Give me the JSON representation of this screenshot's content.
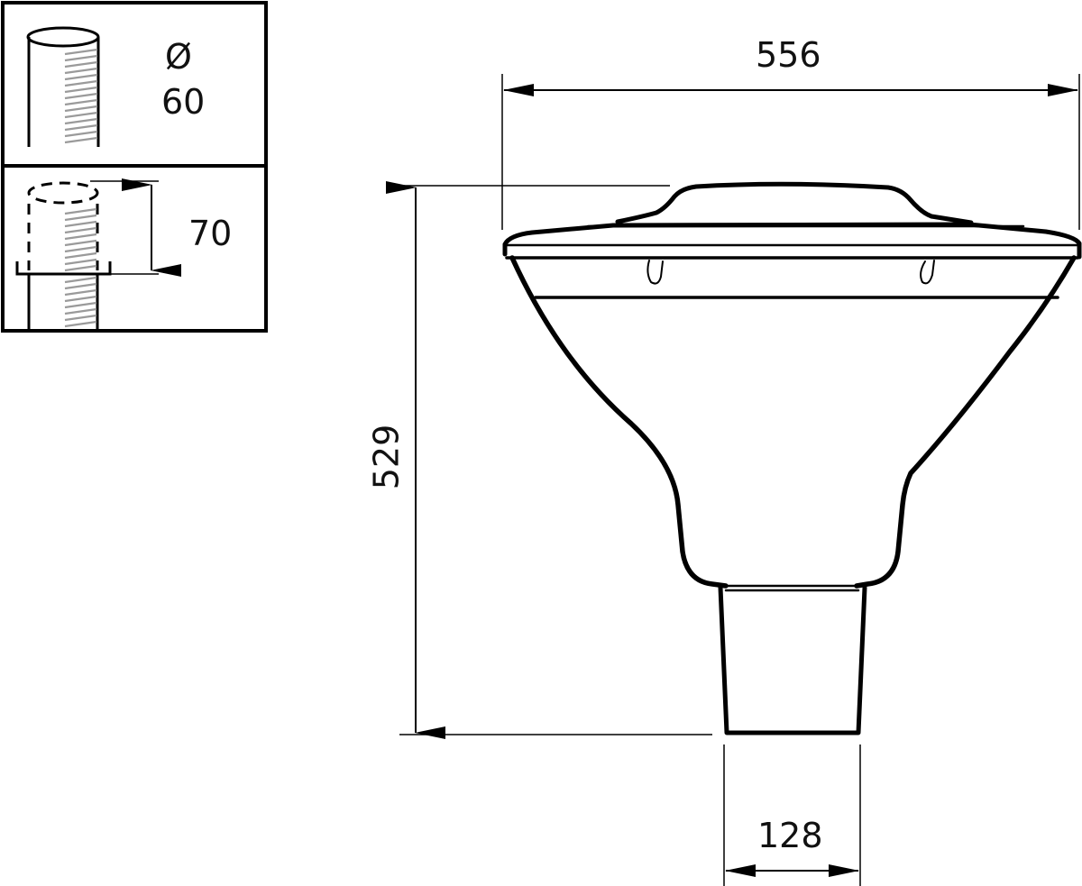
{
  "diagram": {
    "type": "technical-dimension-drawing",
    "subject": "post-top luminaire, side elevation",
    "colors": {
      "line": "#000000",
      "thread": "#9a9a9a",
      "background": "#ffffff"
    }
  },
  "mounting_panel": {
    "top_cell": {
      "symbol": "Ø",
      "value": "60"
    },
    "bottom_cell": {
      "value": "70"
    }
  },
  "dimensions": {
    "width": {
      "value": "556"
    },
    "height": {
      "value": "529"
    },
    "spigot_width": {
      "value": "128"
    }
  }
}
